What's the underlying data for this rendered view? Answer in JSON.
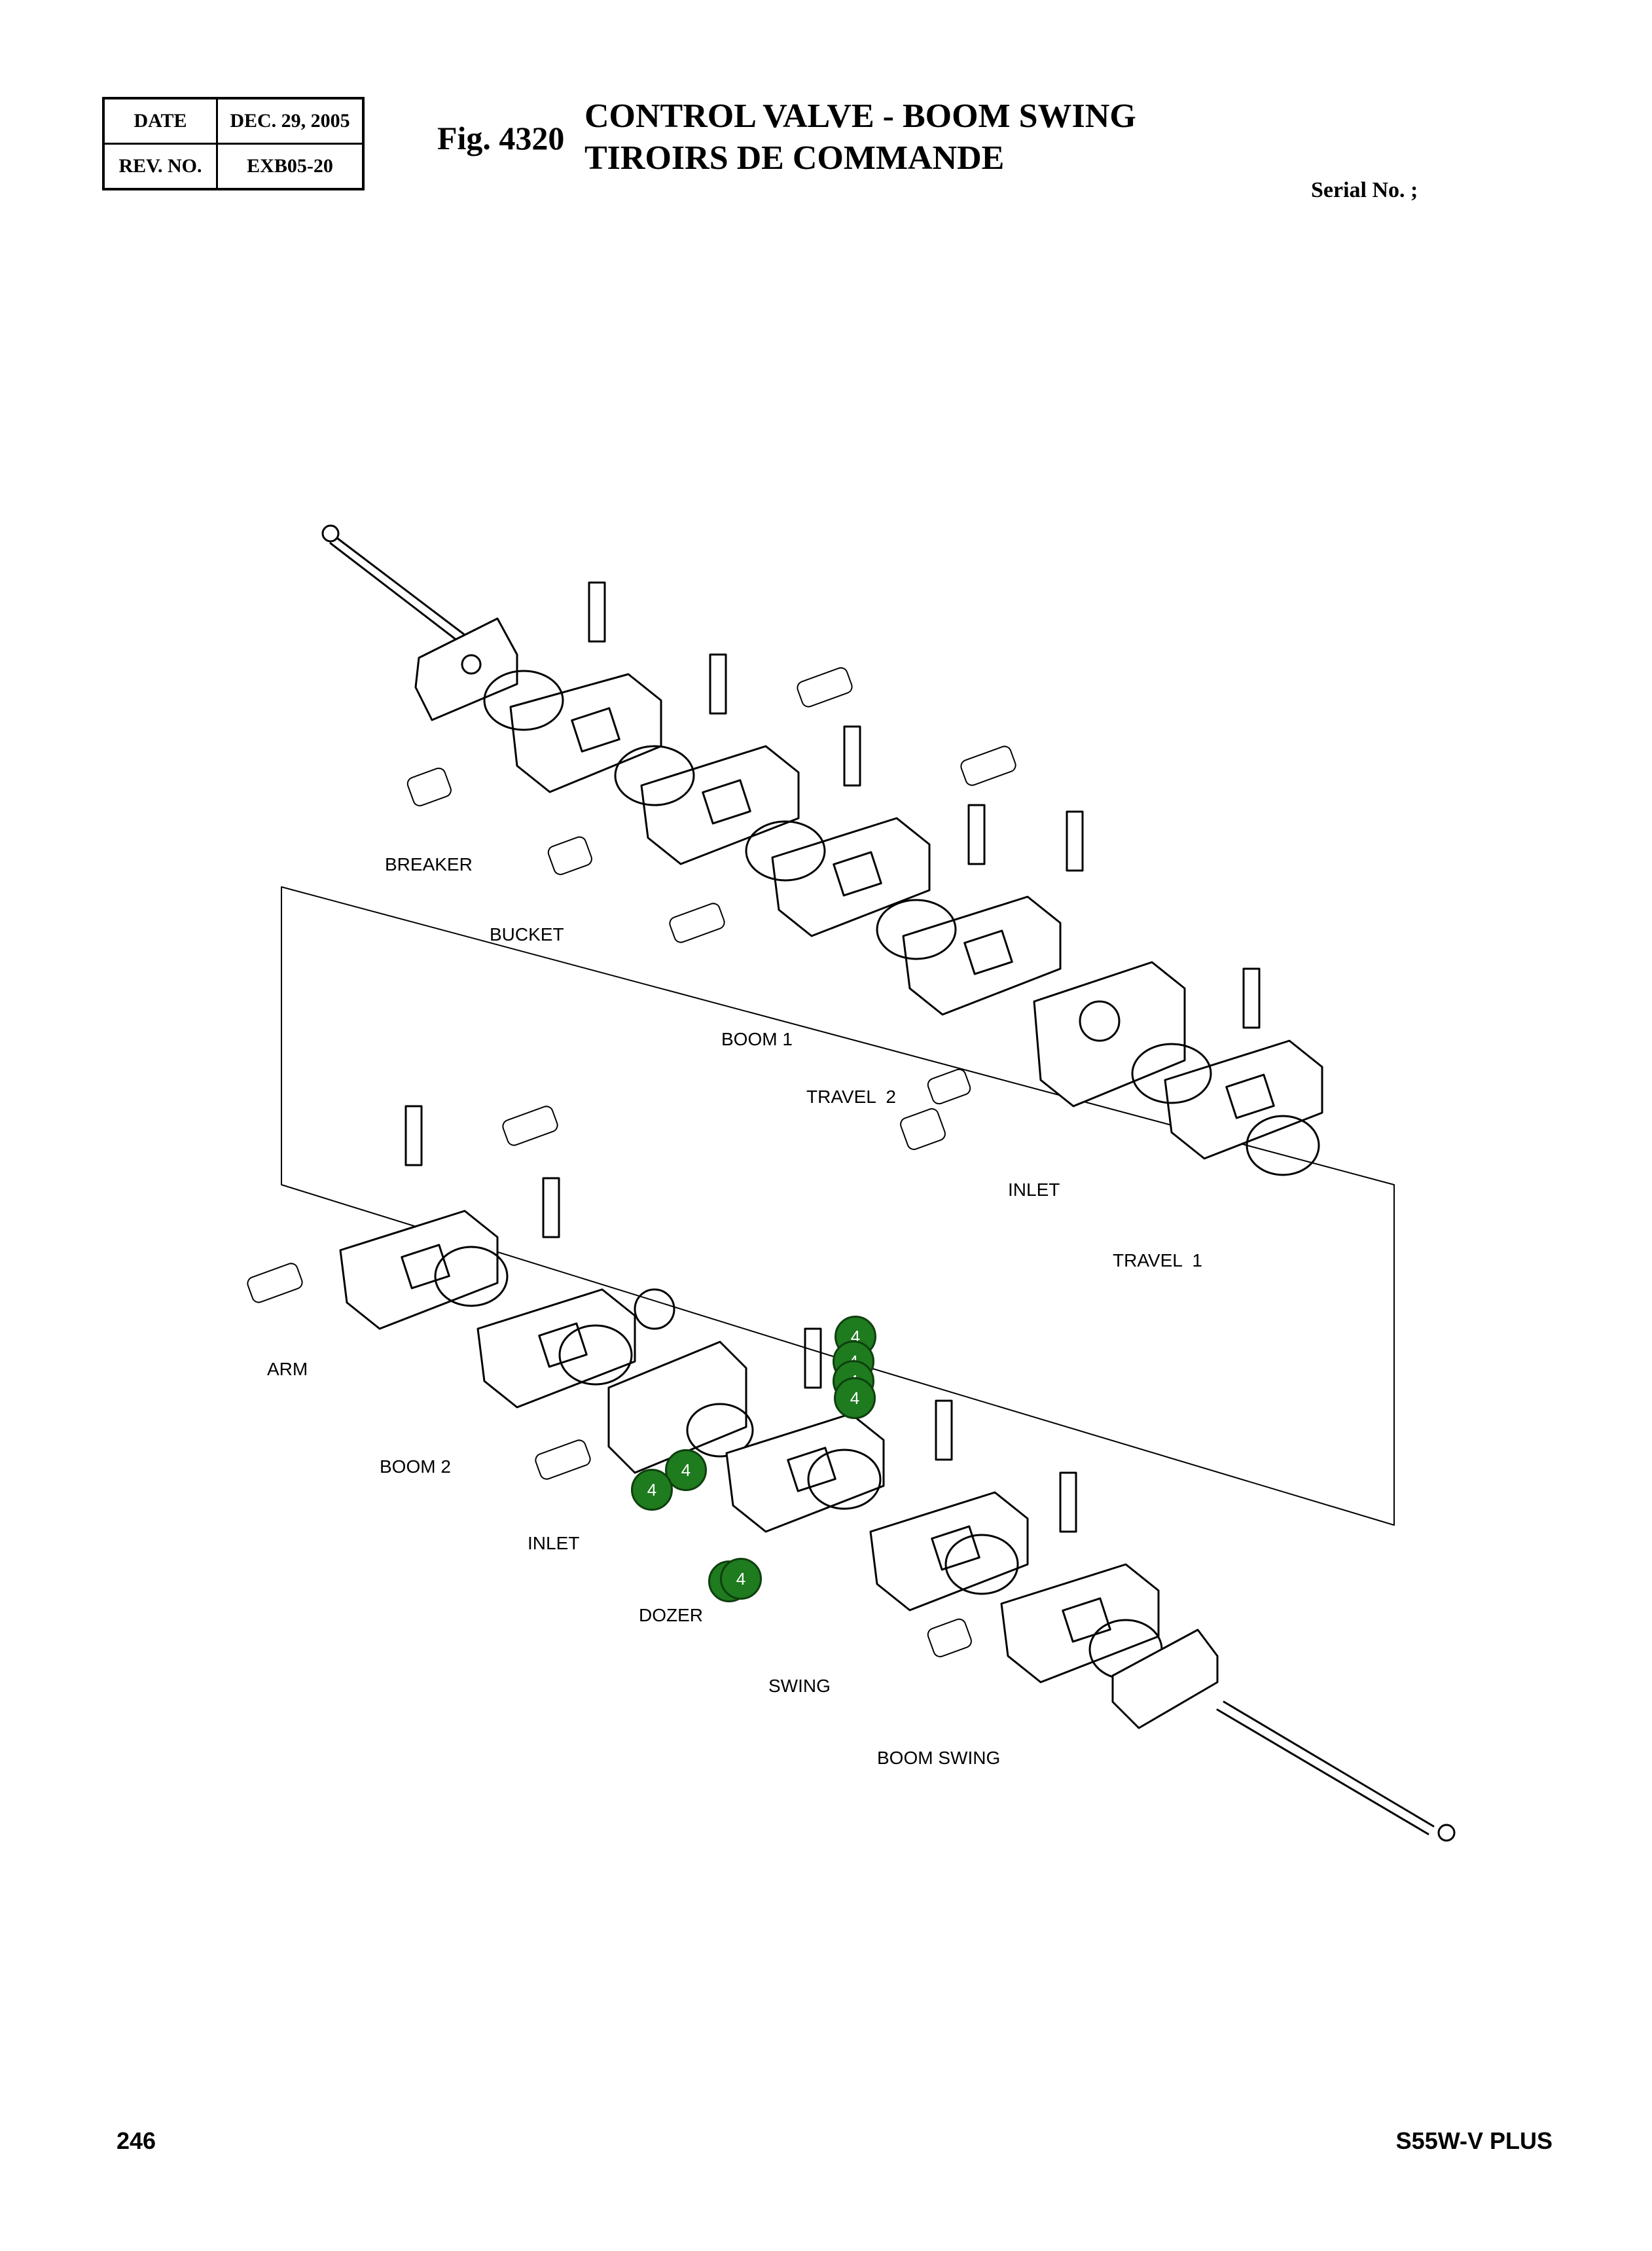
{
  "header": {
    "date_label": "DATE",
    "date_value": "DEC. 29, 2005",
    "rev_label": "REV. NO.",
    "rev_value": "EXB05-20"
  },
  "figure": {
    "number": "Fig. 4320",
    "title_en": "CONTROL VALVE - BOOM SWING",
    "title_fr": "TIROIRS DE COMMANDE",
    "serial": "Serial No. ;"
  },
  "sections": {
    "breaker": "BREAKER",
    "bucket": "BUCKET",
    "boom1": "BOOM 1",
    "travel2": "TRAVEL  2",
    "inlet_top": "INLET",
    "travel1": "TRAVEL  1",
    "arm": "ARM",
    "boom2": "BOOM 2",
    "inlet_bottom": "INLET",
    "dozer": "DOZER",
    "swing": "SWING",
    "boom_swing": "BOOM SWING"
  },
  "callouts": [
    "4",
    "4",
    "4",
    "4",
    "4",
    "4",
    "4",
    "4"
  ],
  "colors": {
    "callout_fill": "#1e7b1e",
    "line": "#000000"
  },
  "footer": {
    "page": "246",
    "model": "S55W-V PLUS"
  }
}
